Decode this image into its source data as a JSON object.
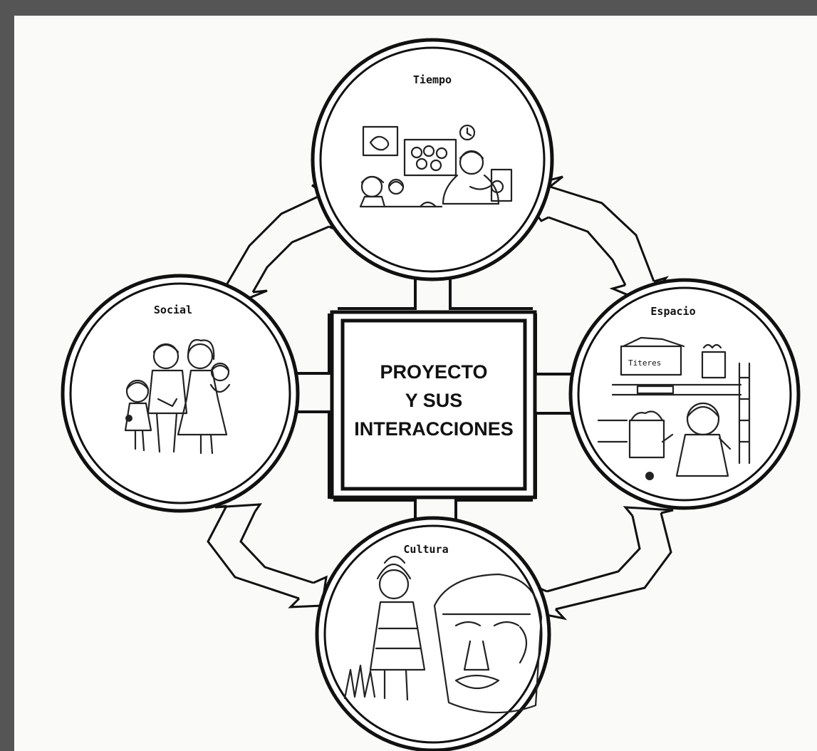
{
  "center": {
    "line1": "PROYECTO",
    "line2": "Y SUS",
    "line3": "INTERACCIONES"
  },
  "nodes": {
    "tiempo": {
      "label": "Tiempo"
    },
    "social": {
      "label": "Social"
    },
    "espacio": {
      "label": "Espacio",
      "box_label": "Titeres"
    },
    "cultura": {
      "label": "Cultura"
    }
  }
}
